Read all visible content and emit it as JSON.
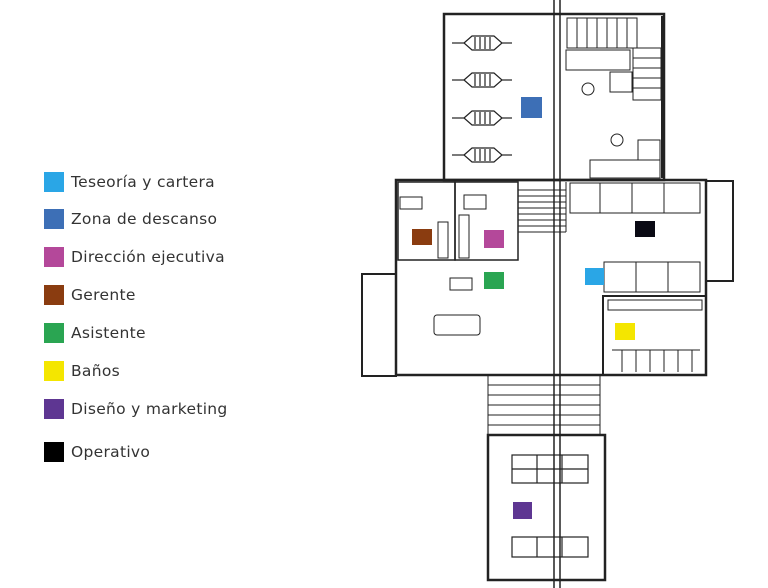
{
  "legend": [
    {
      "label": "Teseoría y cartera",
      "color": "#2aa6e6"
    },
    {
      "label": "Zona de descanso",
      "color": "#3d6fb6"
    },
    {
      "label": "Dirección ejecutiva",
      "color": "#b4489a"
    },
    {
      "label": "Gerente",
      "color": "#8a3c10"
    },
    {
      "label": "Asistente",
      "color": "#2aa552"
    },
    {
      "label": "Baños",
      "color": "#f4e600"
    },
    {
      "label": "Diseño y marketing",
      "color": "#5e3692"
    },
    {
      "label": "Operativo",
      "color": "#000000"
    }
  ]
}
